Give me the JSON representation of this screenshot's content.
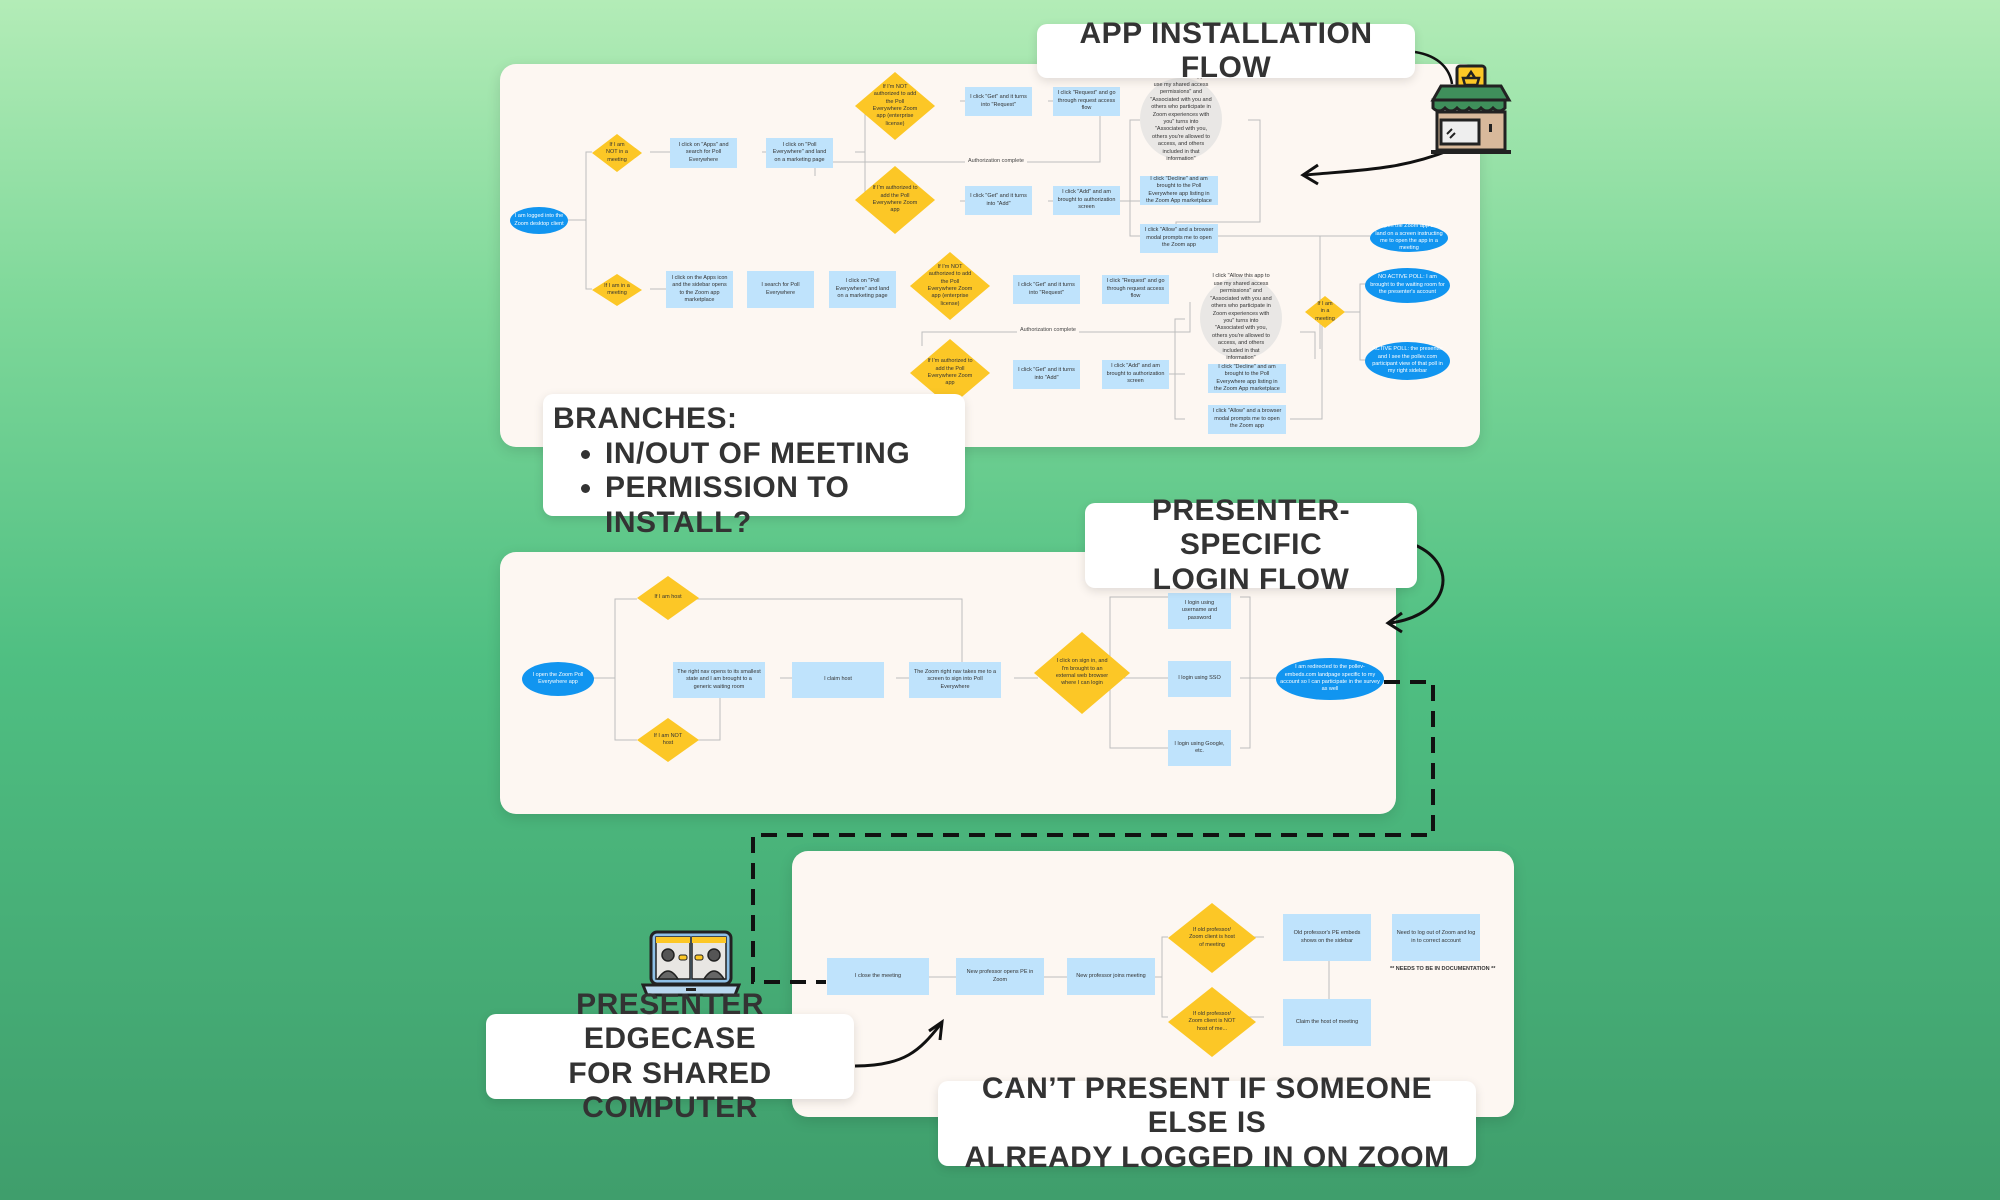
{
  "callouts": {
    "app_installation": "APP INSTALLATION FLOW",
    "branches_title": "BRANCHES:",
    "branches_items": [
      "IN/OUT OF MEETING",
      "PERMISSION TO INSTALL?"
    ],
    "presenter_login_line1": "PRESENTER-SPECIFIC",
    "presenter_login_line2": "LOGIN FLOW",
    "edgecase_line1": "PRESENTER EDGECASE",
    "edgecase_line2": "FOR SHARED COMPUTER",
    "cant_present_line1": "CAN’T PRESENT IF SOMEONE ELSE IS",
    "cant_present_line2": "ALREADY LOGGED IN ON ZOOM"
  },
  "icons": {
    "store": "store-icon",
    "laptop": "laptop-video-call-icon"
  },
  "colors": {
    "box": "#bfe3fc",
    "oval": "#1195f0",
    "diamond": "#fcc726",
    "circle": "#e9e7e5",
    "panel": "#fdf7f2"
  },
  "install_flow": {
    "start": "I am logged into the Zoom desktop client",
    "not_in_meeting": "If I am NOT in a meeting",
    "click_apps": "I click on \"Apps\" and search for Poll Everywhere",
    "click_pe_1": "I click on \"Poll Everywhere\" and land on a marketing page",
    "not_authorized_1": "If I'm NOT authorized to add the Poll Everywhere Zoom app (enterprise license)",
    "get_request_1": "I click \"Get\" and it turns into \"Request\"",
    "request_flow_1": "I click \"Request\" and go through request access flow",
    "auth_complete_1": "Authorization complete",
    "authorized_1": "If I'm authorized to add the Poll Everywhere Zoom app",
    "get_add_1": "I click \"Get\" and it turns into \"Add\"",
    "add_auth_1": "I click \"Add\" and am brought to authorization screen",
    "allow_perms_1": "I click \"Allow this app to use my shared access permissions\" and \"Associated with you and others who participate in Zoom experiences with you\" turns into \"Associated with you, others you're allowed to access, and others included in that information\"",
    "decline_1": "I click \"Decline\" and am brought to the Poll Everywhere app listing in the Zoom App marketplace",
    "allow_modal_1": "I click \"Allow\" and a browser modal prompts me to open the Zoom app",
    "open_zoom_app": "I open the Zoom app and land on a screen instructing me to open the app in a meeting",
    "in_meeting": "If I am in a meeting",
    "click_apps_icon": "I click on the Apps icon and the sidebar opens to the Zoom app marketplace",
    "search_pe": "I search for Poll Everywhere",
    "click_pe_2": "I click on \"Poll Everywhere\" and land on a marketing page",
    "not_authorized_2": "If I'm NOT authorized to add the Poll Everywhere Zoom app (enterprise license)",
    "get_request_2": "I click \"Get\" and it turns into \"Request\"",
    "request_flow_2": "I click \"Request\" and go through request access flow",
    "auth_complete_2": "Authorization complete",
    "authorized_2": "If I'm authorized to add the Poll Everywhere Zoom app",
    "get_add_2": "I click \"Get\" and it turns into \"Add\"",
    "add_auth_2": "I click \"Add\" and am brought to authorization screen",
    "allow_perms_2": "I click \"Allow this app to use my shared access permissions\" and \"Associated with you and others who participate in Zoom experiences with you\" turns into \"Associated with you, others you're allowed to access, and others included in that information\"",
    "decline_2": "I click \"Decline\" and am brought to the Poll Everywhere app listing in the Zoom App marketplace",
    "allow_modal_2": "I click \"Allow\" and a browser modal prompts me to open the Zoom app",
    "in_a_meeting": "If I am in a meeting",
    "no_active_poll": "NO ACTIVE POLL: I am brought to the waiting room for the presenter's account",
    "active_poll": "ACTIVE POLL: the presenter and I see the pollev.com participant view of that poll in my right sidebar"
  },
  "login_flow": {
    "start": "I open the Zoom Poll Everywhere app",
    "am_host": "If I am host",
    "not_host": "If I am NOT host",
    "smallest_state": "The right nav opens to its smallest state and I am brought to a generic waiting room",
    "claim_host": "I claim host",
    "sign_in_screen": "The Zoom right nav takes me to a screen to sign into Poll Everywhere",
    "click_sign_in": "I click on sign in, and I'm brought to an external web browser where I can login",
    "login_user_pass": "I login using username and password",
    "login_sso": "I login using SSO",
    "login_google": "I login using Google, etc.",
    "redirected": "I am redirected to the pollev-embeds.com landpage specific to my account so I can participate in the survey as well"
  },
  "edgecase_flow": {
    "close_meeting": "I close the meeting",
    "new_prof_opens": "New professor opens PE in Zoom",
    "new_prof_joins": "New professor joins meeting",
    "old_is_host": "If old professor/ Zoom client is host of meeting",
    "old_not_host": "If old professor/ Zoom client is NOT host of me...",
    "old_embeds": "Old professor's PE embeds shows on the sidebar",
    "claim_host": "Claim the host of meeting",
    "log_out": "Need to log out of Zoom and log in to correct account",
    "doc_note": "** NEEDS TO BE IN DOCUMENTATION **"
  }
}
